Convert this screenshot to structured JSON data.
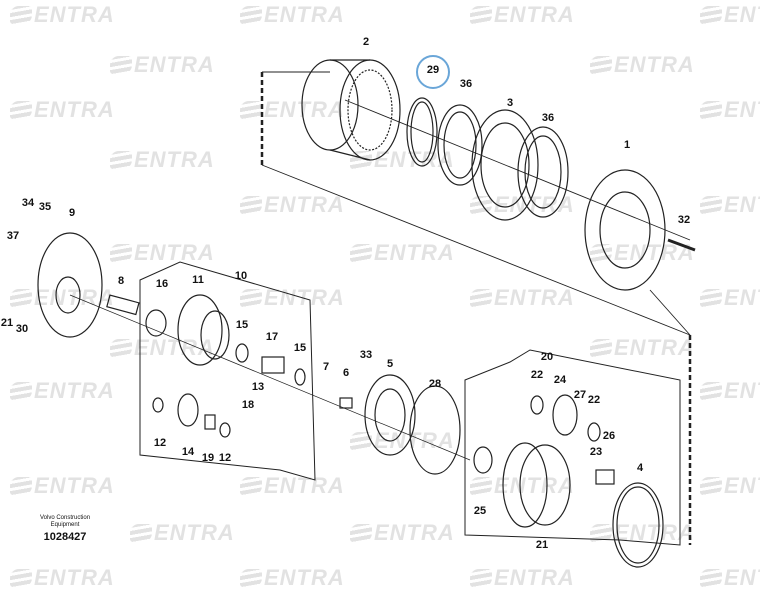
{
  "watermark": "ENTRA",
  "caption": {
    "line1": "Volvo Construction",
    "line2": "Equipment",
    "number": "1028427"
  },
  "highlight_color": "#6aa6d8",
  "highlighted_part": "29",
  "labels": [
    "2",
    "29",
    "36",
    "3",
    "36",
    "1",
    "32",
    "34",
    "35",
    "9",
    "37",
    "8",
    "10",
    "11",
    "16",
    "15",
    "17",
    "15",
    "7",
    "6",
    "33",
    "5",
    "13",
    "18",
    "12",
    "14",
    "19",
    "12",
    "28",
    "20",
    "22",
    "24",
    "27",
    "22",
    "26",
    "23",
    "25",
    "21",
    "4",
    "21",
    "30"
  ]
}
